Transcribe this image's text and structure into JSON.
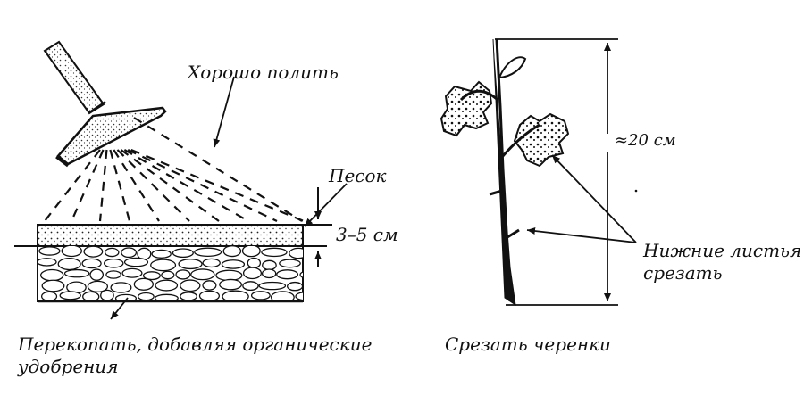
{
  "colors": {
    "ink": "#111111",
    "background": "#ffffff"
  },
  "labels": {
    "water_well": "Хорошо полить",
    "sand": "Песок",
    "sand_depth": "3–5 см",
    "dig_line1": "Перекопать, добавляя органические",
    "dig_line2": "удобрения",
    "height": "≈20 см",
    "lower_leaves_line1": "Нижние листья",
    "lower_leaves_line2": "срезать",
    "cut_cuttings": "Срезать черенки"
  }
}
